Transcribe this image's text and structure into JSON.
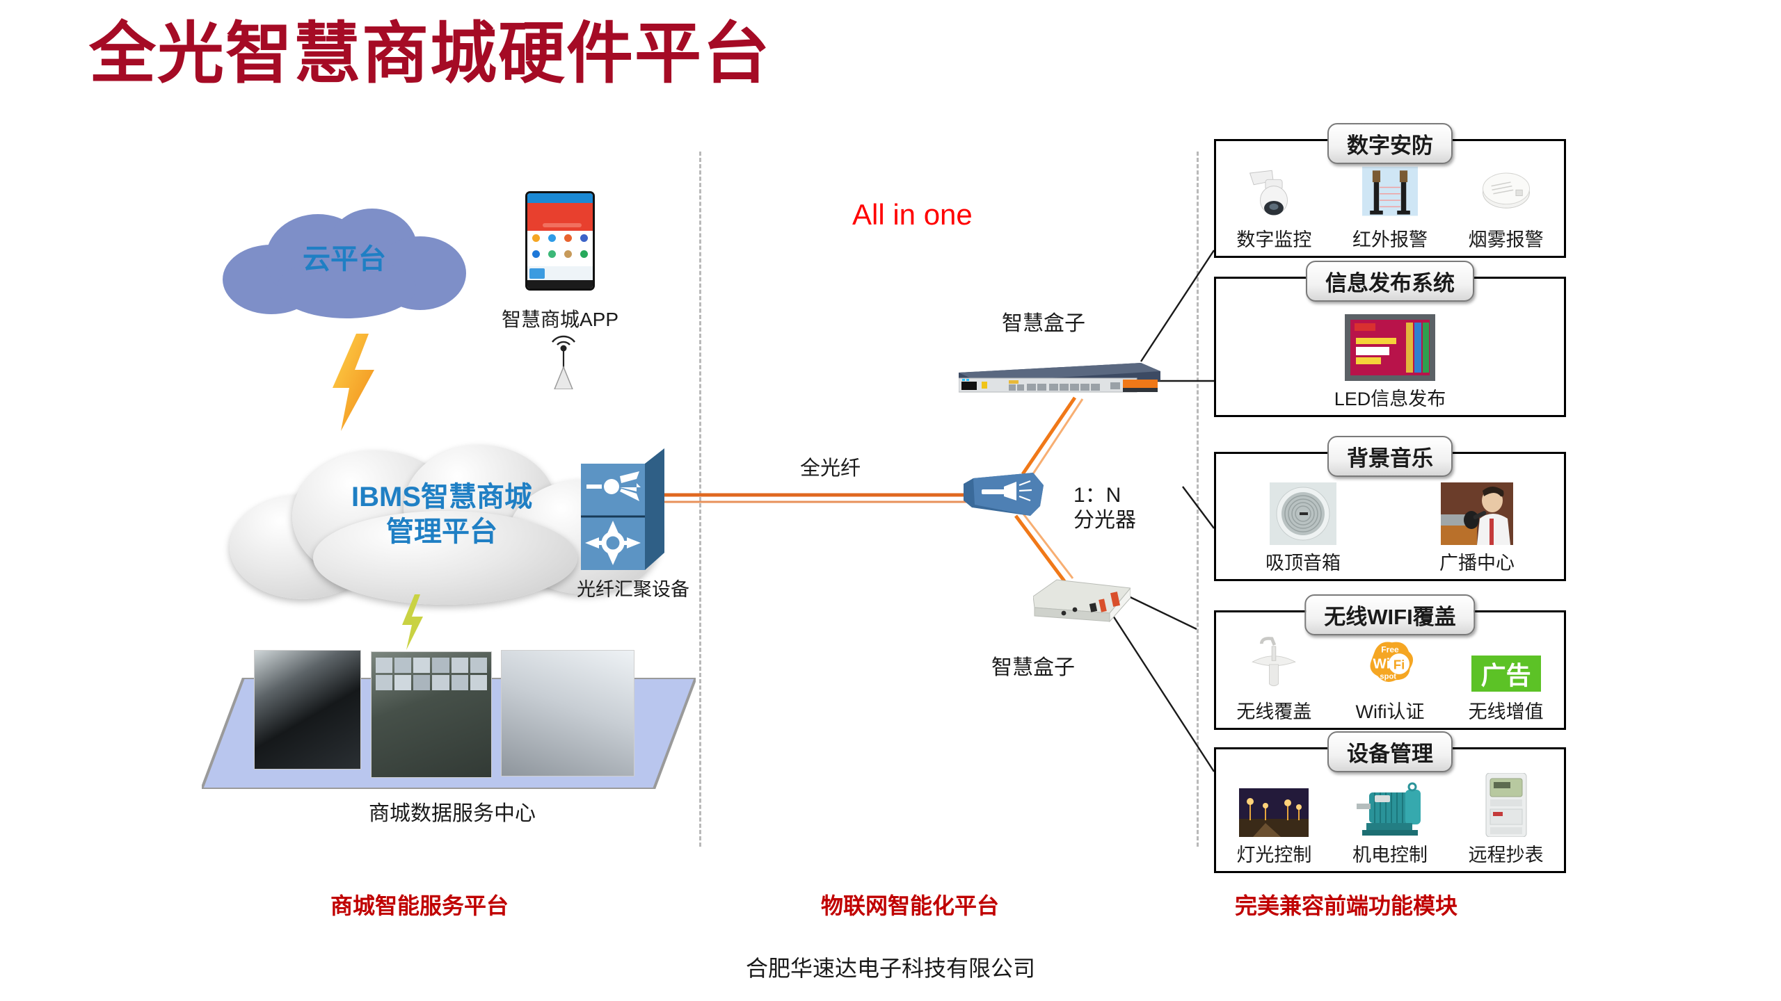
{
  "page": {
    "title": "全光智慧商城硬件平台",
    "title_color": "#A50B25",
    "company": "合肥华速达电子科技有限公司",
    "background": "#FFFFFF"
  },
  "left": {
    "cloud_platform_label": "云平台",
    "cloud_platform_color": "#1F7FC4",
    "ibms_label_line1": "IBMS智慧商城",
    "ibms_label_line2": "管理平台",
    "app_label": "智慧商城APP",
    "fiber_device_label": "光纤汇聚设备",
    "data_center_label": "商城数据服务中心"
  },
  "middle": {
    "all_in_one": "All in one",
    "all_in_one_color": "#FF0000",
    "fiber_link_label": "全光纤",
    "smart_box_top_label": "智慧盒子",
    "smart_box_bottom_label": "智慧盒子",
    "splitter_ratio": "1：N",
    "splitter_label": "分光器"
  },
  "panels": [
    {
      "title": "数字安防",
      "items": [
        {
          "caption": "数字监控",
          "icon": "ptz-camera-icon"
        },
        {
          "caption": "红外报警",
          "icon": "infrared-beam-icon"
        },
        {
          "caption": "烟雾报警",
          "icon": "smoke-detector-icon"
        }
      ]
    },
    {
      "title": "信息发布系统",
      "items": [
        {
          "caption": "LED信息发布",
          "icon": "led-billboard-icon"
        }
      ]
    },
    {
      "title": "背景音乐",
      "items": [
        {
          "caption": "吸顶音箱",
          "icon": "ceiling-speaker-icon"
        },
        {
          "caption": "广播中心",
          "icon": "broadcast-center-icon"
        }
      ]
    },
    {
      "title": "无线WIFI覆盖",
      "items": [
        {
          "caption": "无线覆盖",
          "icon": "wireless-ap-icon"
        },
        {
          "caption": "Wifi认证",
          "icon": "free-wifi-spot-icon"
        },
        {
          "caption": "无线增值",
          "icon": "advertisement-icon"
        }
      ]
    },
    {
      "title": "设备管理",
      "items": [
        {
          "caption": "灯光控制",
          "icon": "street-lighting-icon"
        },
        {
          "caption": "机电控制",
          "icon": "electric-motor-icon"
        },
        {
          "caption": "远程抄表",
          "icon": "smart-meter-icon"
        }
      ]
    }
  ],
  "footer": {
    "zone_left": "商城智能服务平台",
    "zone_middle": "物联网智能化平台",
    "zone_right": "完美兼容前端功能模块",
    "color": "#C00000"
  },
  "wifi_badge": {
    "top": "Free",
    "main_a": "Wi",
    "main_b": "Fi",
    "bottom": "spot"
  },
  "ad_badge": {
    "text": "广告"
  }
}
